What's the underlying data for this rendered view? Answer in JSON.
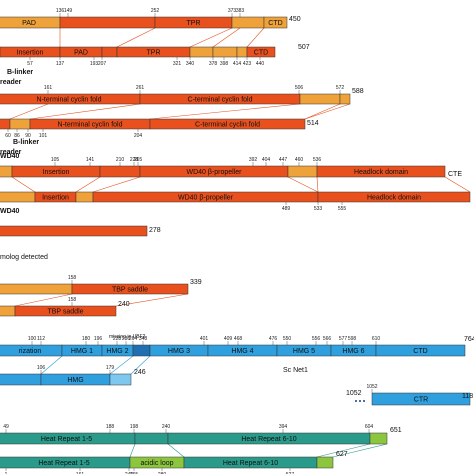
{
  "colors": {
    "orange": "#e8501e",
    "amber": "#f0a23a",
    "blue": "#2f9fde",
    "blue_dark": "#1f6fb2",
    "blue_light": "#7ec8ef",
    "teal": "#2a9a8a",
    "green": "#8cc63f",
    "connector_orange": "#e8501e",
    "connector_blue": "#2f9fde",
    "connector_green": "#2a9a8a",
    "stroke": "#333333"
  },
  "rows": [
    {
      "end_label": "450",
      "segments": [
        {
          "label": "PAD",
          "color": "amber"
        },
        {
          "label": "",
          "color": "orange"
        },
        {
          "label": "TPR",
          "color": "orange"
        },
        {
          "label": "",
          "color": "amber"
        },
        {
          "label": "CTD",
          "color": "amber"
        }
      ],
      "ticks": [
        "136",
        "149",
        "252",
        "373",
        "383"
      ]
    },
    {
      "end_label": "507",
      "segments": [
        {
          "label": "Insertion",
          "color": "orange"
        },
        {
          "label": "PAD",
          "color": "orange"
        },
        {
          "label": "",
          "color": "orange"
        },
        {
          "label": "TPR",
          "color": "orange"
        },
        {
          "label": "",
          "color": "amber"
        },
        {
          "label": "",
          "color": "amber"
        },
        {
          "label": "",
          "color": "amber"
        },
        {
          "label": "CTD",
          "color": "orange"
        }
      ],
      "ticks": [
        "57",
        "137",
        "193",
        "207",
        "321",
        "340",
        "378",
        "398",
        "414",
        "423",
        "440"
      ]
    },
    {
      "end_label": "588",
      "segments": [
        {
          "label": "N-terminal cyclin fold",
          "color": "orange"
        },
        {
          "label": "C-terminal cyclin fold",
          "color": "orange"
        },
        {
          "label": "",
          "color": "amber"
        },
        {
          "label": "",
          "color": "amber"
        }
      ],
      "ticks": [
        "161",
        "261",
        "506",
        "572"
      ],
      "side_labels": [
        "B-linker",
        "reader"
      ]
    },
    {
      "end_label": "514",
      "segments": [
        {
          "label": "",
          "color": "orange"
        },
        {
          "label": "",
          "color": "amber"
        },
        {
          "label": "N-terminal cyclin fold",
          "color": "orange"
        },
        {
          "label": "C-terminal cyclin fold",
          "color": "orange"
        }
      ],
      "ticks": [
        "60",
        "86",
        "90",
        "101",
        "204"
      ],
      "side_labels": [
        "B-linker",
        "reader"
      ]
    },
    {
      "end_label": "CTE",
      "segments": [
        {
          "label": "",
          "color": "amber"
        },
        {
          "label": "Insertion",
          "color": "orange"
        },
        {
          "label": "",
          "color": "orange"
        },
        {
          "label": "WD40 β-propeller",
          "color": "orange"
        },
        {
          "label": "",
          "color": "amber"
        },
        {
          "label": "Headlock domain",
          "color": "orange"
        }
      ],
      "ticks": [
        "105",
        "141",
        "210",
        "228",
        "265",
        "392",
        "404",
        "447",
        "460",
        "536"
      ],
      "side_labels": [
        "WD40"
      ]
    },
    {
      "end_label": "",
      "segments": [
        {
          "label": "",
          "color": "amber"
        },
        {
          "label": "Insertion",
          "color": "orange"
        },
        {
          "label": "",
          "color": "amber"
        },
        {
          "label": "WD40 β-propeller",
          "color": "orange"
        },
        {
          "label": "Headlock domain",
          "color": "orange"
        }
      ],
      "ticks": [
        "489",
        "533",
        "555"
      ],
      "side_labels": [
        "WD40"
      ]
    },
    {
      "end_label": "278",
      "segments": [
        {
          "label": "",
          "color": "orange"
        }
      ],
      "ticks": []
    },
    {
      "end_label": "339",
      "segments": [
        {
          "label": "",
          "color": "amber"
        },
        {
          "label": "TBP saddle",
          "color": "orange"
        }
      ],
      "ticks": [
        "158"
      ]
    },
    {
      "end_label": "240",
      "segments": [
        {
          "label": "",
          "color": "amber"
        },
        {
          "label": "TBP saddle",
          "color": "orange"
        }
      ],
      "ticks": [
        "158"
      ]
    },
    {
      "end_label": "764",
      "segments": [
        {
          "label": "rization",
          "color": "blue"
        },
        {
          "label": "HMG 1",
          "color": "blue"
        },
        {
          "label": "HMG 2",
          "color": "blue"
        },
        {
          "label": "",
          "color": "blue_dark"
        },
        {
          "label": "HMG 3",
          "color": "blue"
        },
        {
          "label": "HMG 4",
          "color": "blue"
        },
        {
          "label": "HMG 5",
          "color": "blue"
        },
        {
          "label": "HMG 6",
          "color": "blue"
        },
        {
          "label": "CTD",
          "color": "blue"
        }
      ],
      "ticks": [
        "100",
        "112",
        "180",
        "196",
        "228",
        "236",
        "264",
        "348",
        "401",
        "409",
        "468",
        "476",
        "550",
        "556",
        "566",
        "577",
        "598",
        "610"
      ],
      "annotation": "missing in UBF2"
    },
    {
      "end_label": "246",
      "segments": [
        {
          "label": "",
          "color": "blue"
        },
        {
          "label": "HMG",
          "color": "blue"
        },
        {
          "label": "",
          "color": "blue_light"
        }
      ],
      "ticks": [
        "106",
        "179"
      ]
    },
    {
      "end_label": "118",
      "segments": [
        {
          "label": "CTR",
          "color": "blue"
        }
      ],
      "ticks": [
        "1052"
      ],
      "side_title": "Sc Net1"
    },
    {
      "end_label": "651",
      "segments": [
        {
          "label": "Heat Repeat 1-5",
          "color": "teal"
        },
        {
          "label": "",
          "color": "teal"
        },
        {
          "label": "Heat Repeat 6-10",
          "color": "teal"
        },
        {
          "label": "",
          "color": "green"
        }
      ],
      "ticks": [
        "49",
        "188",
        "198",
        "240",
        "394",
        "604"
      ]
    },
    {
      "end_label": "627",
      "segments": [
        {
          "label": "Heat Repeat 1-5",
          "color": "teal"
        },
        {
          "label": "acidic loop",
          "color": "green"
        },
        {
          "label": "Heat Repeat 6-10",
          "color": "teal"
        },
        {
          "label": "",
          "color": "green"
        }
      ],
      "ticks": [
        "1",
        "161",
        "246",
        "265",
        "280",
        "527"
      ]
    }
  ],
  "texts": {
    "partial_label": "molog detected"
  }
}
